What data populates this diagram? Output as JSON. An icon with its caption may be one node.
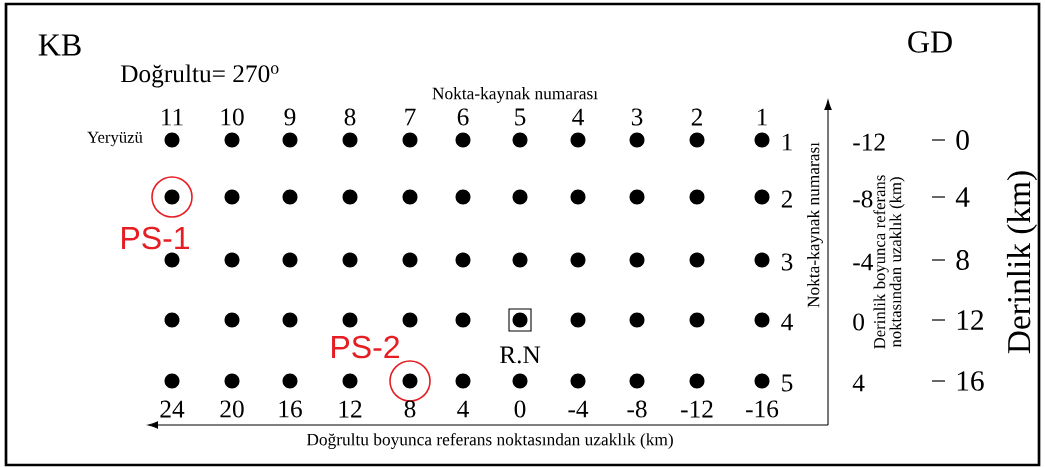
{
  "diagram": {
    "labels": [
      "KB",
      "GD",
      "Doğrultu= 270$^{o}$",
      "Nokta-kaynak numarası",
      "11",
      "10",
      "9",
      "8",
      "7",
      "6",
      "5",
      "4",
      "3",
      "2",
      "1",
      "Yeryüzü",
      "PS-1",
      "PS-2",
      "R.N",
      "1",
      "2",
      "3",
      "4",
      "5",
      "Nokta-kaynak numarası",
      "-12",
      "-8",
      "-4",
      "0",
      "4",
      "Derinlik boyunca referans noktasından uzaklık (km)",
      "0",
      "4",
      "8",
      "12",
      "16",
      "Derinlik (km)",
      "24",
      "20",
      "16",
      "12",
      "8",
      "4",
      "0",
      "-4",
      "-8",
      "-12",
      "-16",
      "Doğrultu boyunca referans noktasından uzaklık (km)"
    ]
  }
}
